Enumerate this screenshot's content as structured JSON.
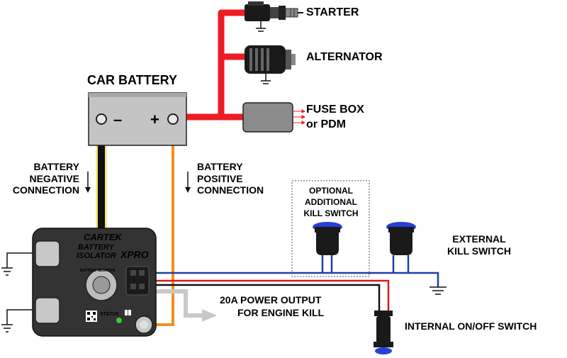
{
  "labels": {
    "starter": "STARTER",
    "alternator": "ALTERNATOR",
    "car_battery": "CAR BATTERY",
    "fuse_box_1": "FUSE BOX",
    "fuse_box_2": "or PDM",
    "neg_conn_1": "BATTERY",
    "neg_conn_2": "NEGATIVE",
    "neg_conn_3": "CONNECTION",
    "pos_conn_1": "BATTERY",
    "pos_conn_2": "POSITIVE",
    "pos_conn_3": "CONNECTION",
    "optional_1": "OPTIONAL",
    "optional_2": "ADDITIONAL",
    "optional_3": "KILL SWITCH",
    "external_1": "EXTERNAL",
    "external_2": "KILL SWITCH",
    "power_output_1": "20A POWER OUTPUT",
    "power_output_2": "FOR ENGINE KILL",
    "internal_switch": "INTERNAL ON/OFF SWITCH"
  },
  "battery_terminals": {
    "negative": "–",
    "positive": "+"
  },
  "isolator": {
    "brand": "CARTEK",
    "line_1": "BATTERY",
    "line_2": "ISOLATOR",
    "model": "XPRO",
    "arc_text": "BATTERY NEGATIVE",
    "status": "STATUS"
  },
  "colors": {
    "positive_wire": "#ee1c24",
    "negative_wire": "#111111",
    "wire_outline": "#f2e36a",
    "positive_to_isolator": "#f0901e",
    "signal_blue": "#1f3fa8",
    "signal_red": "#d7191f",
    "output_arrow": "#c8c8c8",
    "battery_body": "#c4c4c4",
    "isolator_body": "#333333",
    "status_led": "#39c832",
    "switch_cap": "#2a3fd6"
  }
}
